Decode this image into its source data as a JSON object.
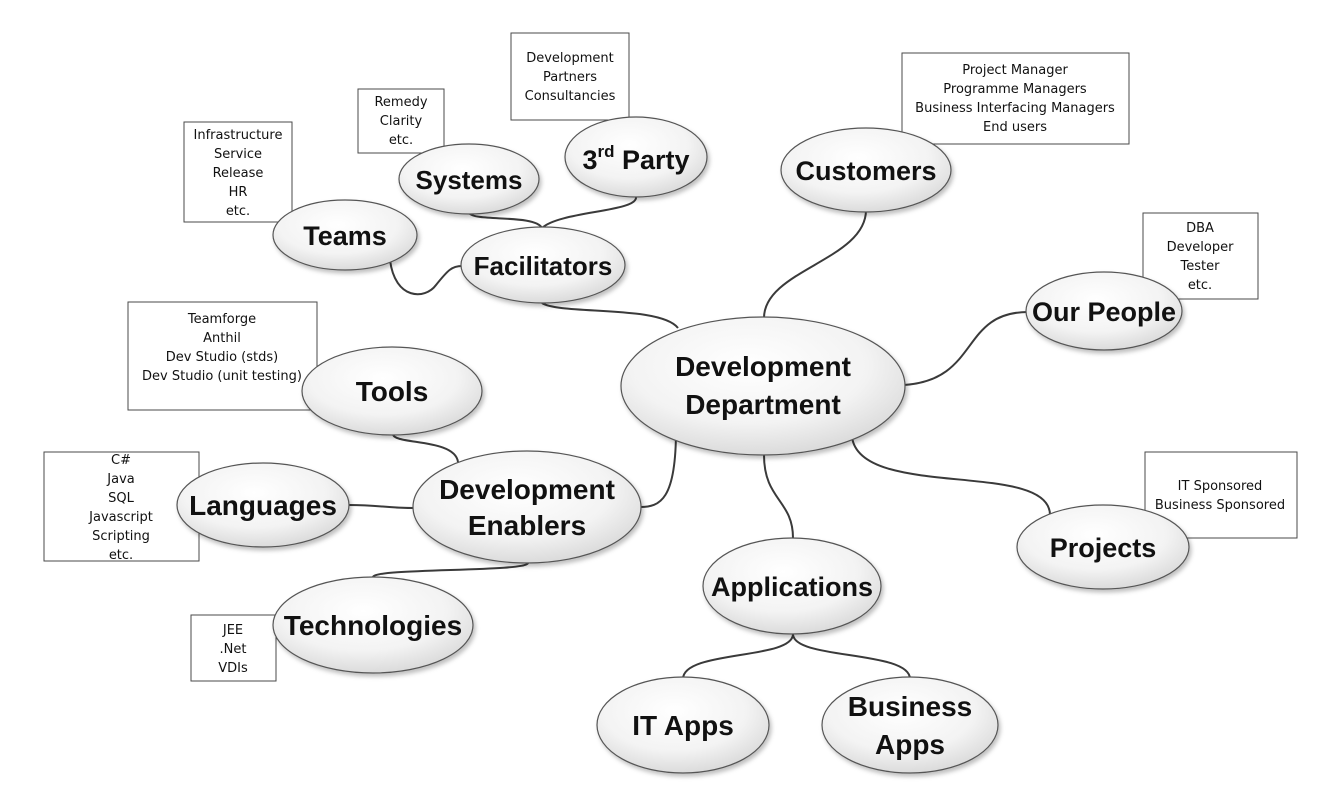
{
  "nodes": {
    "development_department": [
      "Development",
      "Department"
    ],
    "customers": [
      "Customers"
    ],
    "our_people": [
      "Our People"
    ],
    "projects": [
      "Projects"
    ],
    "applications": [
      "Applications"
    ],
    "it_apps": [
      "IT Apps"
    ],
    "business_apps": [
      "Business",
      "Apps"
    ],
    "development_enablers": [
      "Development",
      "Enablers"
    ],
    "facilitators": [
      "Facilitators"
    ],
    "teams": [
      "Teams"
    ],
    "systems": [
      "Systems"
    ],
    "third_party": {
      "prefix": "3",
      "superscript": "rd",
      "suffix": " Party"
    },
    "tools": [
      "Tools"
    ],
    "languages": [
      "Languages"
    ],
    "technologies": [
      "Technologies"
    ]
  },
  "notes": {
    "third_party": [
      "Development",
      "Partners",
      "Consultancies"
    ],
    "systems": [
      "Remedy",
      "Clarity",
      "etc."
    ],
    "teams": [
      "Infrastructure",
      "Service",
      "Release",
      "HR",
      "etc."
    ],
    "customers": [
      "Project Manager",
      "Programme Managers",
      "Business Interfacing Managers",
      "End users"
    ],
    "our_people": [
      "DBA",
      "Developer",
      "Tester",
      "etc."
    ],
    "tools": [
      "Teamforge",
      "Anthil",
      "Dev Studio (stds)",
      "Dev Studio (unit testing)"
    ],
    "languages": [
      "C#",
      "Java",
      "SQL",
      "Javascript",
      "Scripting",
      "etc."
    ],
    "projects": [
      "IT Sponsored",
      "Business Sponsored"
    ],
    "technologies": [
      "JEE",
      ".Net",
      "VDIs"
    ]
  }
}
